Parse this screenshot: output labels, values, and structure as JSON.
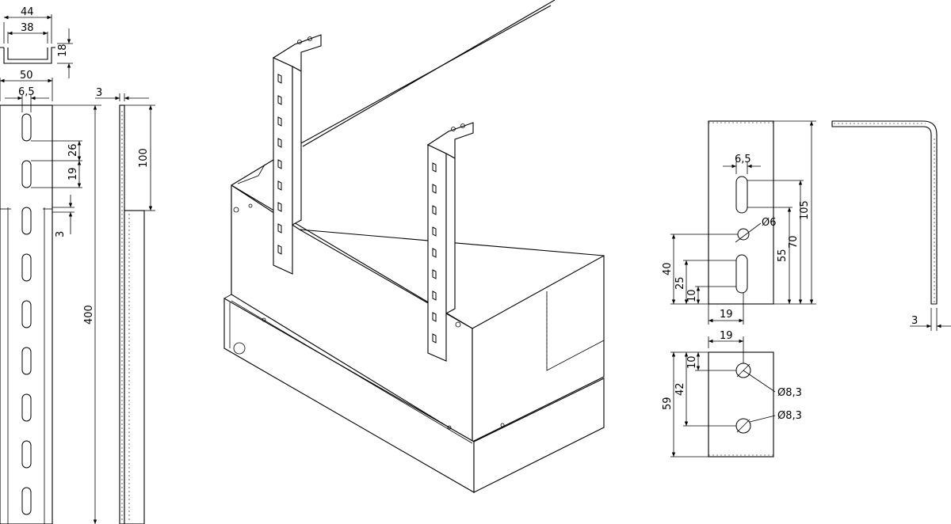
{
  "rail_profile": {
    "dim_outer_width": "44",
    "dim_inner_width": "38",
    "dim_height": "18"
  },
  "rail_front": {
    "dim_width": "50",
    "dim_slot_width": "6,5",
    "dim_slot_spacing": "26",
    "dim_slot_length": "19",
    "dim_offset": "3",
    "dim_length": "400"
  },
  "rail_side": {
    "dim_thickness": "3",
    "dim_overlap": "100"
  },
  "bracket_front": {
    "dim_slot_width": "6,5",
    "dim_hole": "Ø6",
    "dim_height": "105",
    "dim_70": "70",
    "dim_55": "55",
    "dim_40": "40",
    "dim_25": "25",
    "dim_10": "10",
    "dim_19": "19"
  },
  "bracket_side": {
    "dim_thickness": "3"
  },
  "mount_plate": {
    "dim_19": "19",
    "dim_10": "10",
    "dim_42": "42",
    "dim_59": "59",
    "dim_hole_top": "Ø8,3",
    "dim_hole_bottom": "Ø8,3"
  },
  "colors": {
    "line": "#000000",
    "background": "#ffffff"
  }
}
